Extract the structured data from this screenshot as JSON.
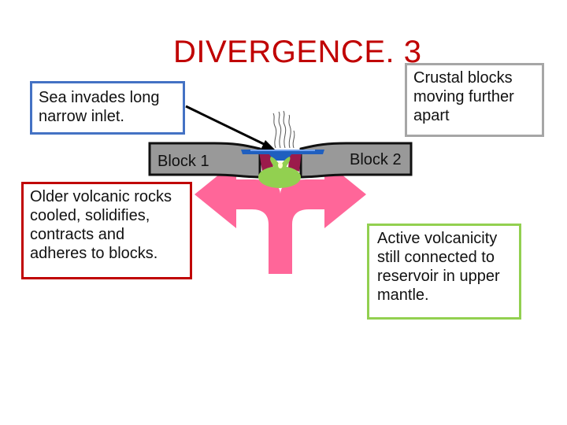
{
  "title": "DIVERGENCE. 3",
  "labels": {
    "sea": "Sea invades long narrow inlet.",
    "crustal": "Crustal blocks moving further apart",
    "older": "Older volcanic rocks cooled, solidifies, contracts and adheres to blocks.",
    "active": "Active volcanicity still connected to reservoir in upper mantle."
  },
  "blocks": {
    "left": "Block 1",
    "right": "Block 2"
  },
  "colors": {
    "title": "#c00000",
    "arrow": "#ff6699",
    "magma": "#92d050",
    "sea": "#1f5fbf",
    "old_rock": "#9b1b4b",
    "block": "#999999"
  }
}
